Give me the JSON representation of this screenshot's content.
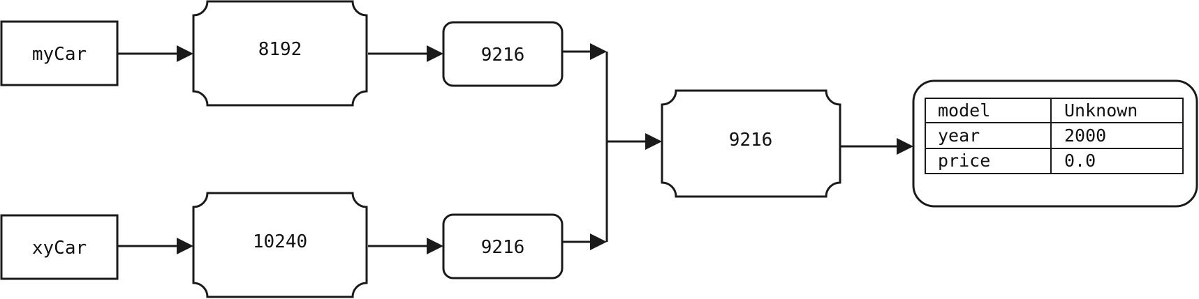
{
  "variables": [
    {
      "name": "myCar"
    },
    {
      "name": "xyCar"
    }
  ],
  "first_references": [
    "8192",
    "10240"
  ],
  "second_references": [
    "9216",
    "9216"
  ],
  "shared_reference": "9216",
  "object_fields": [
    {
      "field": "model",
      "value": "Unknown"
    },
    {
      "field": "year",
      "value": "2000"
    },
    {
      "field": "price",
      "value": "0.0"
    }
  ]
}
